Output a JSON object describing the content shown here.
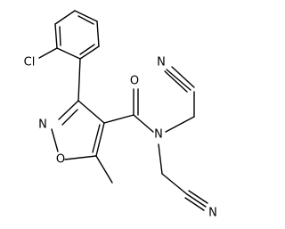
{
  "molecule": {
    "atoms": {
      "cl": "Cl",
      "o_carbonyl": "O",
      "n_ring": "N",
      "o_ring": "O",
      "n_amide": "N",
      "n_nitrile_top": "N",
      "n_nitrile_bottom": "N"
    }
  }
}
